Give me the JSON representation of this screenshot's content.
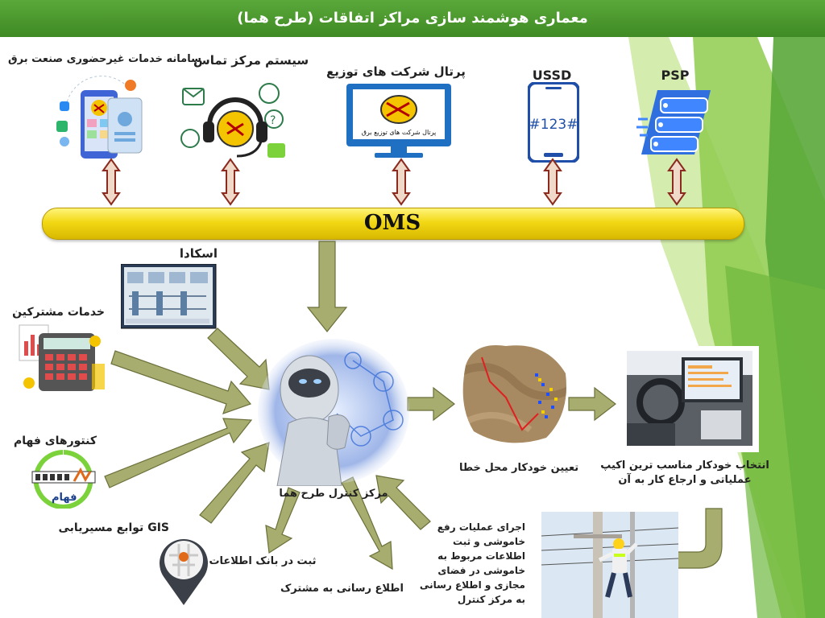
{
  "title": "معماری هوشمند سازی مراکز اتفاقات (طرح هما)",
  "top_systems": [
    {
      "label": "سامانه خدمات غیرحضوری صنعت برق",
      "icon": "smartphone-apps-icon"
    },
    {
      "label": "سیستم مرکز تماس",
      "icon": "call-center-headset-icon"
    },
    {
      "label": "پرتال شرکت های توزیع",
      "icon": "monitor-portal-icon",
      "screen_text": "پرتال شرکت های توزیع برق"
    },
    {
      "label": "USSD",
      "icon": "mobile-phone-icon",
      "screen_text": "#123#"
    },
    {
      "label": "PSP",
      "icon": "payment-server-icon"
    }
  ],
  "oms_label": "OMS",
  "left_inputs": [
    {
      "label": "اسکادا",
      "icon": "scada-screen-icon"
    },
    {
      "label": "خدمات مشترکین",
      "icon": "calculator-billing-icon"
    },
    {
      "label": "کنتورهای فهام",
      "icon": "smart-meter-logo-icon",
      "logo_text": "فهام"
    },
    {
      "label": "توابع مسیریابی GIS",
      "icon": "map-pin-icon"
    }
  ],
  "center_label": "مرکز کنترل طرح هما",
  "fault_location_label": "تعیین خودکار محل خطا",
  "crew_label": "انتخاب خودکار مناسب ترین اکیپ عملیاتی و ارجاع کار به آن",
  "outputs": [
    {
      "label": "ثبت در بانک اطلاعات"
    },
    {
      "label": "اطلاع رسانی به مشترک"
    }
  ],
  "feedback_label": "اجرای عملیات رفع خاموشی و ثبت اطلاعات مربوط به خاموشی در فضای مجازی و اطلاع رسانی به مرکز کنترل",
  "colors": {
    "title_bar": "#4a9a2e",
    "arrow_fill": "#a7ad6e",
    "arrow_stroke": "#6b6f3a",
    "oms_bar": "#f2d814",
    "connector_fill": "#f0d9c8",
    "connector_stroke": "#8b2a1e",
    "right_stripe_light": "#a9d86a",
    "right_stripe_dark": "#5aa83a"
  }
}
